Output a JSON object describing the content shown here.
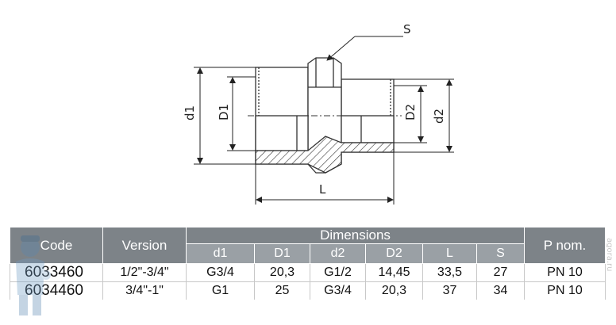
{
  "drawing": {
    "labels": {
      "s": "S",
      "d1": "d1",
      "D1": "D1",
      "D2": "D2",
      "d2": "d2",
      "L": "L"
    }
  },
  "table": {
    "headers": {
      "code": "Code",
      "version": "Version",
      "dimensions": "Dimensions",
      "p_nom": "P nom.",
      "sub": [
        "d1",
        "D1",
        "d2",
        "D2",
        "L",
        "S"
      ]
    },
    "rows": [
      {
        "code": "6033460",
        "version": "1/2\"-3/4\"",
        "d1": "G3/4",
        "D1": "20,3",
        "d2": "G1/2",
        "D2": "14,45",
        "L": "33,5",
        "S": "27",
        "p_nom": "PN 10"
      },
      {
        "code": "6034460",
        "version": "3/4\"-1\"",
        "d1": "G1",
        "D1": "25",
        "d2": "G3/4",
        "D2": "20,3",
        "L": "37",
        "S": "34",
        "p_nom": "PN 10"
      }
    ]
  },
  "watermark": {
    "icon": "plumber-mascot-icon"
  },
  "side_watermark": {
    "text": "agora.ru"
  }
}
